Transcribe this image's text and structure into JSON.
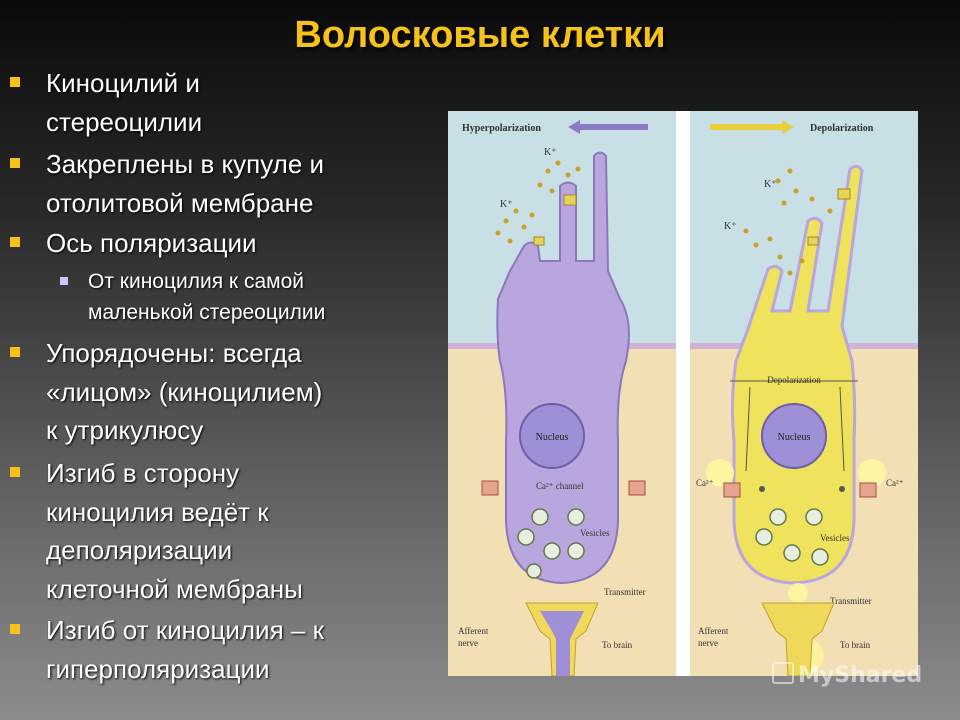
{
  "slide": {
    "title": "Волосковые клетки",
    "bullets": [
      {
        "level": 1,
        "lines": [
          "Киноцилий и",
          "стереоцилии"
        ]
      },
      {
        "level": 1,
        "lines": [
          "Закреплены в купуле и",
          "отолитовой мембране"
        ]
      },
      {
        "level": 1,
        "lines": [
          "Ось поляризации"
        ]
      },
      {
        "level": 2,
        "lines": [
          "От киноцилия к самой",
          "маленькой стереоцилии"
        ]
      },
      {
        "level": 1,
        "lines": [
          "Упорядочены: всегда",
          "«лицом» (киноцилием)",
          "к утрикулюсу"
        ]
      },
      {
        "level": 1,
        "lines": [
          "Изгиб в сторону",
          "киноцилия ведёт к",
          "деполяризации",
          "клеточной мембраны"
        ]
      },
      {
        "level": 1,
        "lines": [
          "Изгиб от киноцилия – к",
          "гиперполяризации"
        ]
      }
    ]
  },
  "figure": {
    "left_panel": {
      "heading": "Hyperpolarization",
      "k_label_1": "K⁺",
      "k_label_2": "K⁺",
      "nucleus": "Nucleus",
      "channel": "Ca²⁺ channel",
      "vesicles": "Vesicles",
      "transmitter": "Transmitter",
      "afferent_1": "Afferent",
      "afferent_2": "nerve",
      "to_brain": "To brain"
    },
    "right_panel": {
      "heading": "Depolarization",
      "k_label_1": "K⁺",
      "k_label_2": "K⁺",
      "depol_label": "Depolarization",
      "nucleus": "Nucleus",
      "ca_left": "Ca²⁺",
      "ca_right": "Ca²⁺",
      "vesicles": "Vesicles",
      "transmitter": "Transmitter",
      "afferent_1": "Afferent",
      "afferent_2": "nerve",
      "to_brain": "To brain"
    }
  },
  "watermark": "MyShared",
  "colors": {
    "title": "#f6c21a",
    "bullet": "#f6c21a",
    "cell_purple": "#b9a6df",
    "cell_yellow": "#efe25c"
  }
}
